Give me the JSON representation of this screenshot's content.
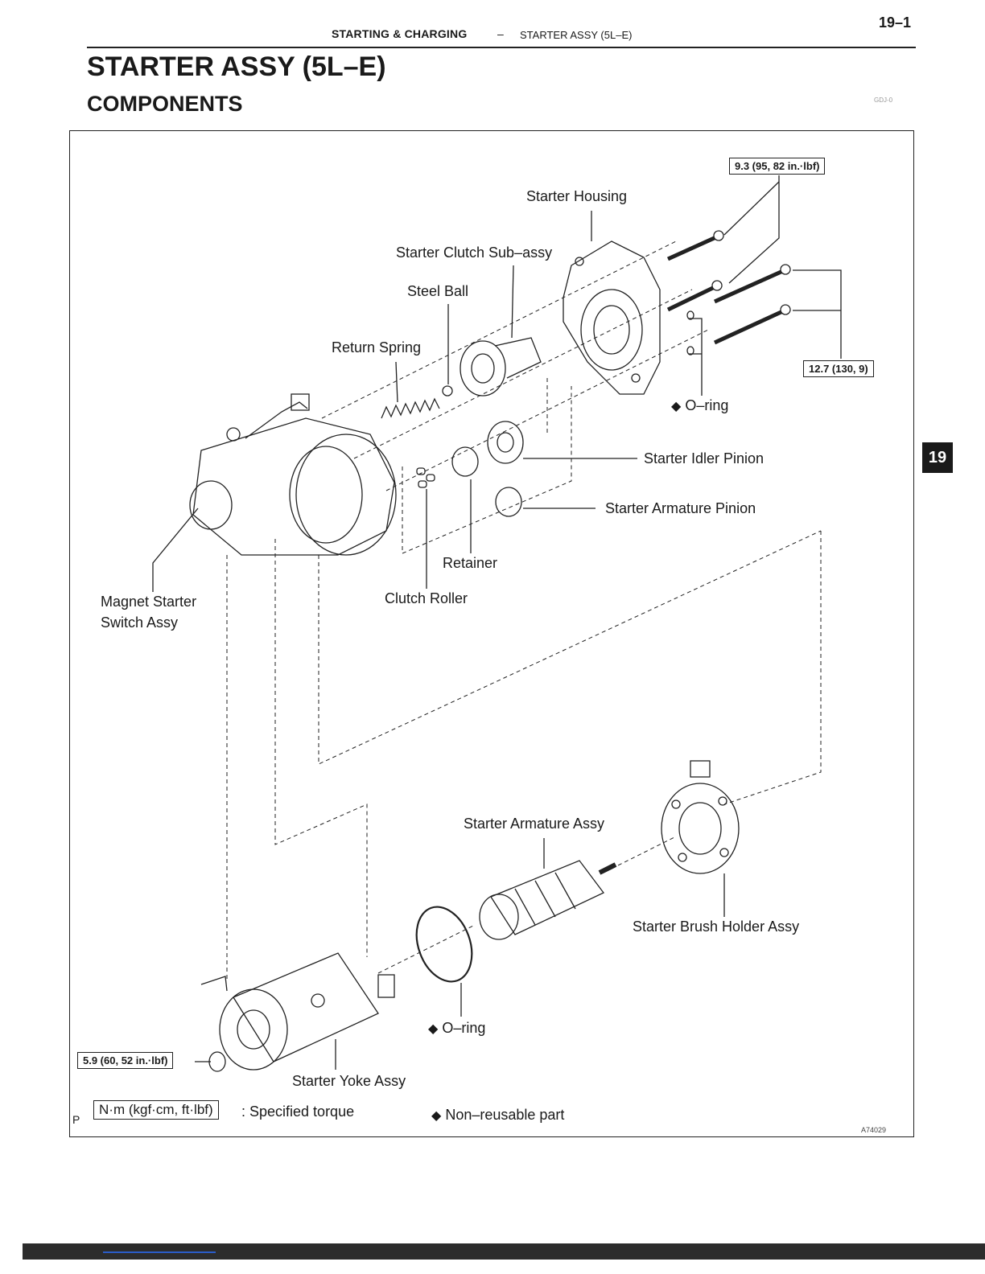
{
  "header": {
    "page_number": "19–1",
    "section": "STARTING & CHARGING",
    "separator": "–",
    "subsection": "STARTER ASSY (5L–E)"
  },
  "title": "STARTER ASSY (5L–E)",
  "subtitle": "COMPONENTS",
  "ref_code": "GDJ-0",
  "tab_marker": "19",
  "labels": {
    "starter_housing": "Starter Housing",
    "starter_clutch": "Starter Clutch Sub–assy",
    "steel_ball": "Steel Ball",
    "return_spring": "Return Spring",
    "oring_top": "O–ring",
    "idler_pinion": "Starter Idler Pinion",
    "armature_pinion": "Starter Armature Pinion",
    "retainer": "Retainer",
    "clutch_roller": "Clutch Roller",
    "magnet_switch_line1": "Magnet Starter",
    "magnet_switch_line2": "Switch Assy",
    "armature_assy": "Starter Armature Assy",
    "brush_holder": "Starter Brush Holder Assy",
    "oring_bottom": "O–ring",
    "yoke_assy": "Starter Yoke Assy"
  },
  "torque": {
    "housing_bolt": "9.3 (95, 82 in.·lbf)",
    "through_bolt": "12.7 (130, 9)",
    "yoke_nut": "5.9 (60, 52 in.·lbf)"
  },
  "symbols": {
    "non_reusable": "◆"
  },
  "legend": {
    "torque_unit": "N·m (kgf·cm, ft·lbf)",
    "torque_desc": ": Specified torque",
    "non_reusable_desc": "Non–reusable part"
  },
  "figure_code": "A74029",
  "p_mark": "P"
}
